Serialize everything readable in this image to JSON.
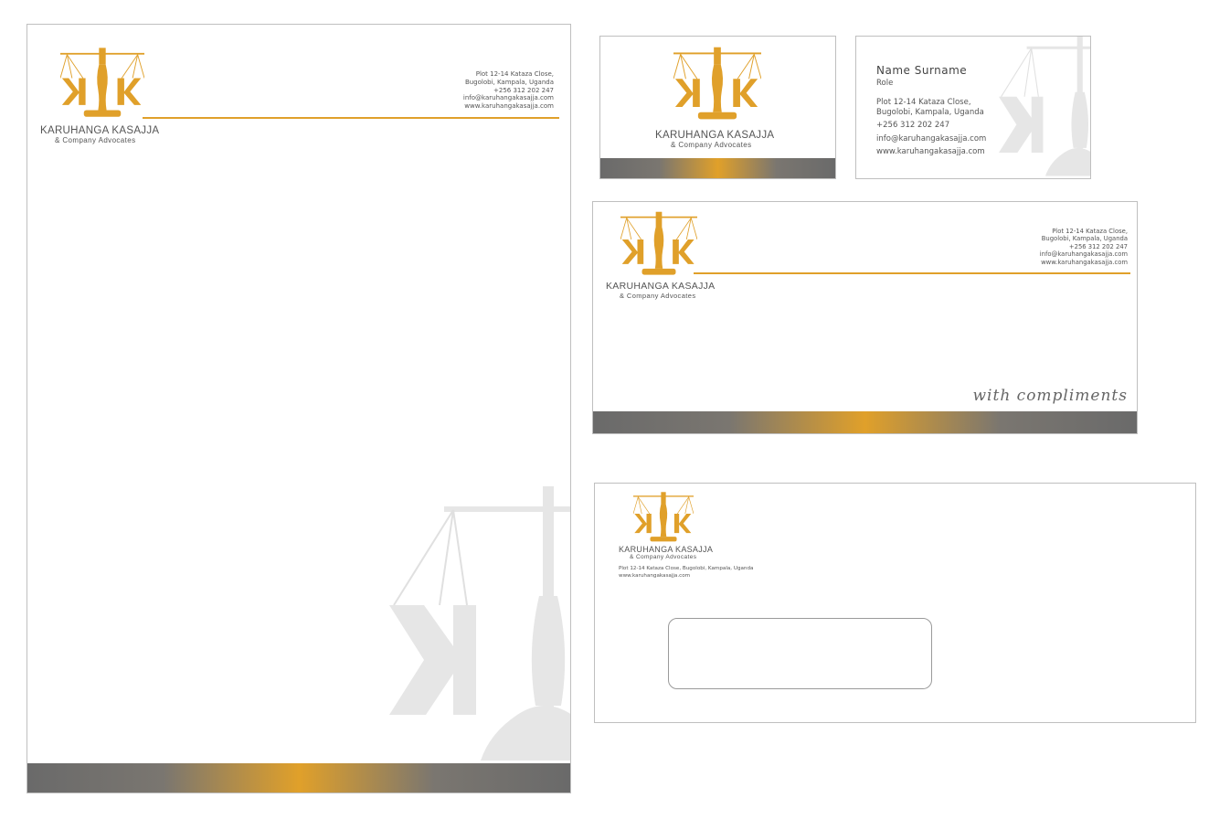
{
  "brand": {
    "name": "KARUHANGA KASAJJA",
    "subtitle": "& Company Advocates",
    "accent": "#e0a02a",
    "gray": "#6a6a6a",
    "logo_icon": "scales-of-justice-kk-icon",
    "logo_letter_left": "K",
    "logo_letter_right": "K"
  },
  "contact": {
    "address_line1": "Plot 12-14 Kataza Close,",
    "address_line2": "Bugolobi, Kampala, Uganda",
    "phone": "+256 312 202 247",
    "email": "info@karuhangakasajja.com",
    "website": "www.karuhangakasajja.com",
    "address_full": "Plot 12-14 Kataza Close, Bugolobi, Kampala, Uganda"
  },
  "business_card": {
    "name": "Name Surname",
    "role": "Role"
  },
  "compliments_slip": {
    "script_text": "with compliments"
  }
}
